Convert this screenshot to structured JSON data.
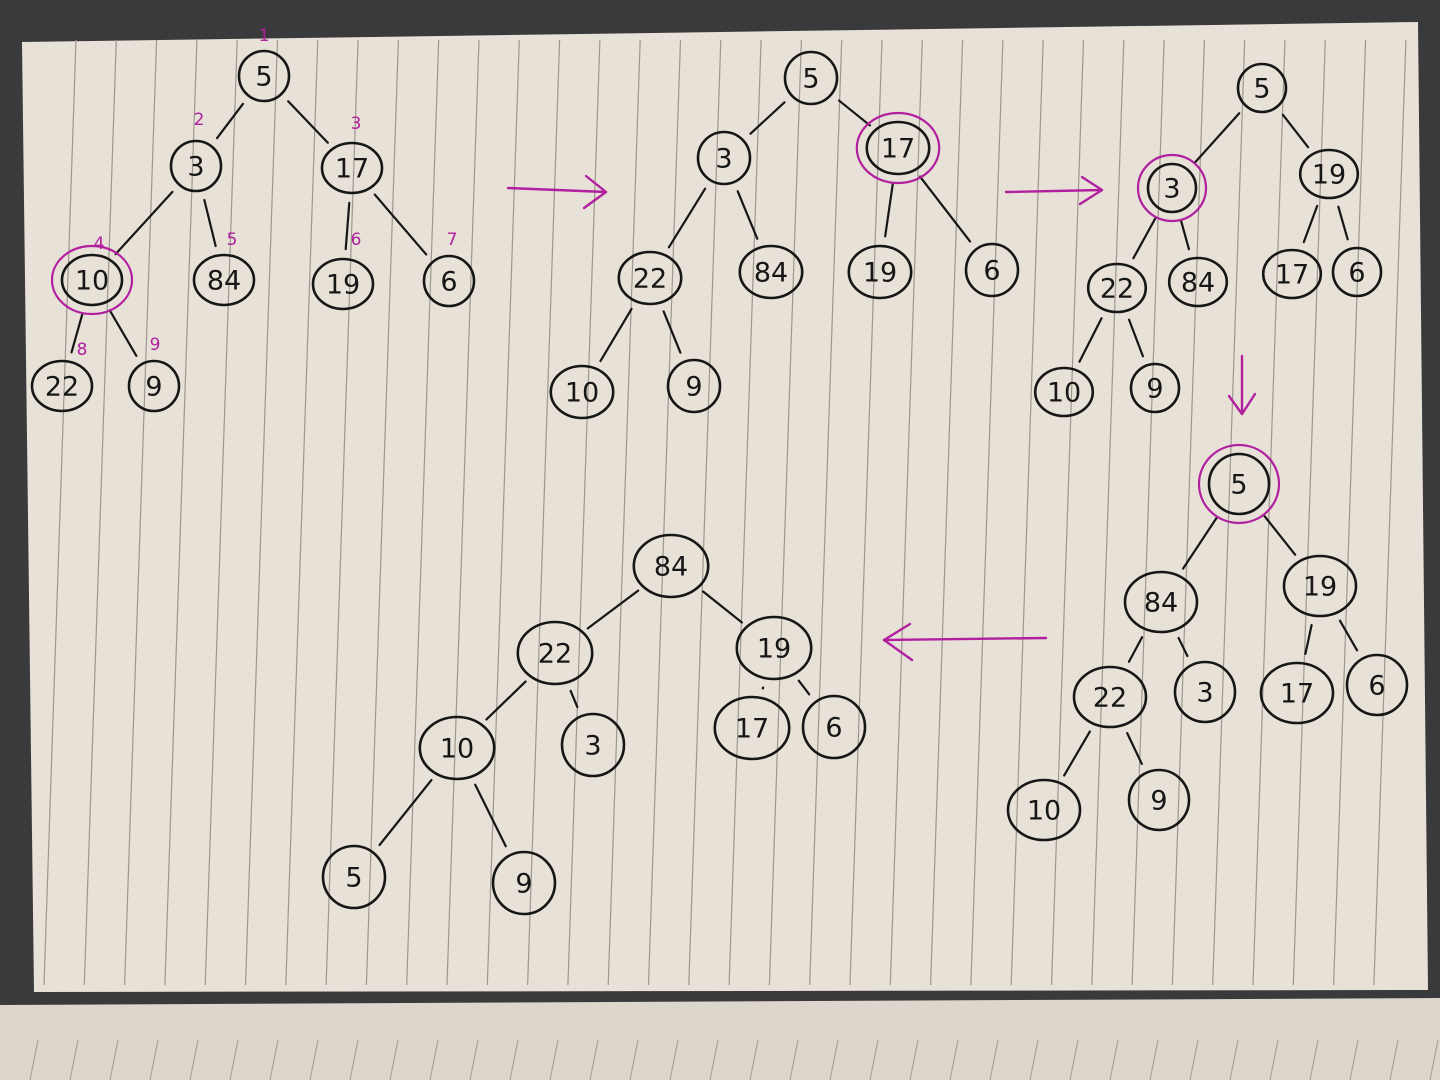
{
  "colors": {
    "paper": "#e7e1d8",
    "rule_lines": "#9d978f",
    "ink": "#161616",
    "highlight": "#b1209f",
    "background": "#3a3a3c"
  },
  "trees": [
    {
      "id": "initial",
      "nodes": [
        {
          "id": "n1",
          "label": "5",
          "index": "1"
        },
        {
          "id": "n2",
          "label": "3",
          "index": "2"
        },
        {
          "id": "n3",
          "label": "17",
          "index": "3"
        },
        {
          "id": "n4",
          "label": "10",
          "index": "4",
          "highlight": true
        },
        {
          "id": "n5",
          "label": "84",
          "index": "5"
        },
        {
          "id": "n6",
          "label": "19",
          "index": "6"
        },
        {
          "id": "n7",
          "label": "6",
          "index": "7"
        },
        {
          "id": "n8",
          "label": "22",
          "index": "8"
        },
        {
          "id": "n9",
          "label": "9",
          "index": "9"
        }
      ],
      "edges": [
        [
          "n1",
          "n2"
        ],
        [
          "n1",
          "n3"
        ],
        [
          "n2",
          "n4"
        ],
        [
          "n2",
          "n5"
        ],
        [
          "n3",
          "n6"
        ],
        [
          "n3",
          "n7"
        ],
        [
          "n4",
          "n8"
        ],
        [
          "n4",
          "n9"
        ]
      ]
    },
    {
      "id": "step2",
      "nodes": [
        {
          "id": "n1",
          "label": "5"
        },
        {
          "id": "n2",
          "label": "3"
        },
        {
          "id": "n3",
          "label": "17",
          "highlight": true
        },
        {
          "id": "n4",
          "label": "22"
        },
        {
          "id": "n5",
          "label": "84"
        },
        {
          "id": "n6",
          "label": "19"
        },
        {
          "id": "n7",
          "label": "6"
        },
        {
          "id": "n8",
          "label": "10"
        },
        {
          "id": "n9",
          "label": "9"
        }
      ],
      "edges": [
        [
          "n1",
          "n2"
        ],
        [
          "n1",
          "n3"
        ],
        [
          "n2",
          "n4"
        ],
        [
          "n2",
          "n5"
        ],
        [
          "n3",
          "n6"
        ],
        [
          "n3",
          "n7"
        ],
        [
          "n4",
          "n8"
        ],
        [
          "n4",
          "n9"
        ]
      ]
    },
    {
      "id": "step3",
      "nodes": [
        {
          "id": "n1",
          "label": "5"
        },
        {
          "id": "n2",
          "label": "3",
          "highlight": true
        },
        {
          "id": "n3",
          "label": "19"
        },
        {
          "id": "n4",
          "label": "22"
        },
        {
          "id": "n5",
          "label": "84"
        },
        {
          "id": "n6",
          "label": "17"
        },
        {
          "id": "n7",
          "label": "6"
        },
        {
          "id": "n8",
          "label": "10"
        },
        {
          "id": "n9",
          "label": "9"
        }
      ],
      "edges": [
        [
          "n1",
          "n2"
        ],
        [
          "n1",
          "n3"
        ],
        [
          "n2",
          "n4"
        ],
        [
          "n2",
          "n5"
        ],
        [
          "n3",
          "n6"
        ],
        [
          "n3",
          "n7"
        ],
        [
          "n4",
          "n8"
        ],
        [
          "n4",
          "n9"
        ]
      ]
    },
    {
      "id": "step4",
      "nodes": [
        {
          "id": "n1",
          "label": "5",
          "highlight": true
        },
        {
          "id": "n2",
          "label": "84"
        },
        {
          "id": "n3",
          "label": "19"
        },
        {
          "id": "n4",
          "label": "22"
        },
        {
          "id": "n5",
          "label": "3"
        },
        {
          "id": "n6",
          "label": "17"
        },
        {
          "id": "n7",
          "label": "6"
        },
        {
          "id": "n8",
          "label": "10"
        },
        {
          "id": "n9",
          "label": "9"
        }
      ],
      "edges": [
        [
          "n1",
          "n2"
        ],
        [
          "n1",
          "n3"
        ],
        [
          "n2",
          "n4"
        ],
        [
          "n2",
          "n5"
        ],
        [
          "n3",
          "n6"
        ],
        [
          "n3",
          "n7"
        ],
        [
          "n4",
          "n8"
        ],
        [
          "n4",
          "n9"
        ]
      ]
    },
    {
      "id": "final",
      "nodes": [
        {
          "id": "n1",
          "label": "84"
        },
        {
          "id": "n2",
          "label": "22"
        },
        {
          "id": "n3",
          "label": "19"
        },
        {
          "id": "n4",
          "label": "10"
        },
        {
          "id": "n5",
          "label": "3"
        },
        {
          "id": "n6",
          "label": "17"
        },
        {
          "id": "n7",
          "label": "6"
        },
        {
          "id": "n8",
          "label": "5"
        },
        {
          "id": "n9",
          "label": "9"
        }
      ],
      "edges": [
        [
          "n1",
          "n2"
        ],
        [
          "n1",
          "n3"
        ],
        [
          "n2",
          "n4"
        ],
        [
          "n2",
          "n5"
        ],
        [
          "n3",
          "n6"
        ],
        [
          "n3",
          "n7"
        ],
        [
          "n4",
          "n8"
        ],
        [
          "n4",
          "n9"
        ]
      ]
    }
  ],
  "arrows": [
    {
      "id": "arrow-1",
      "direction": "right"
    },
    {
      "id": "arrow-2",
      "direction": "right"
    },
    {
      "id": "arrow-3",
      "direction": "down"
    },
    {
      "id": "arrow-4",
      "direction": "left"
    }
  ]
}
